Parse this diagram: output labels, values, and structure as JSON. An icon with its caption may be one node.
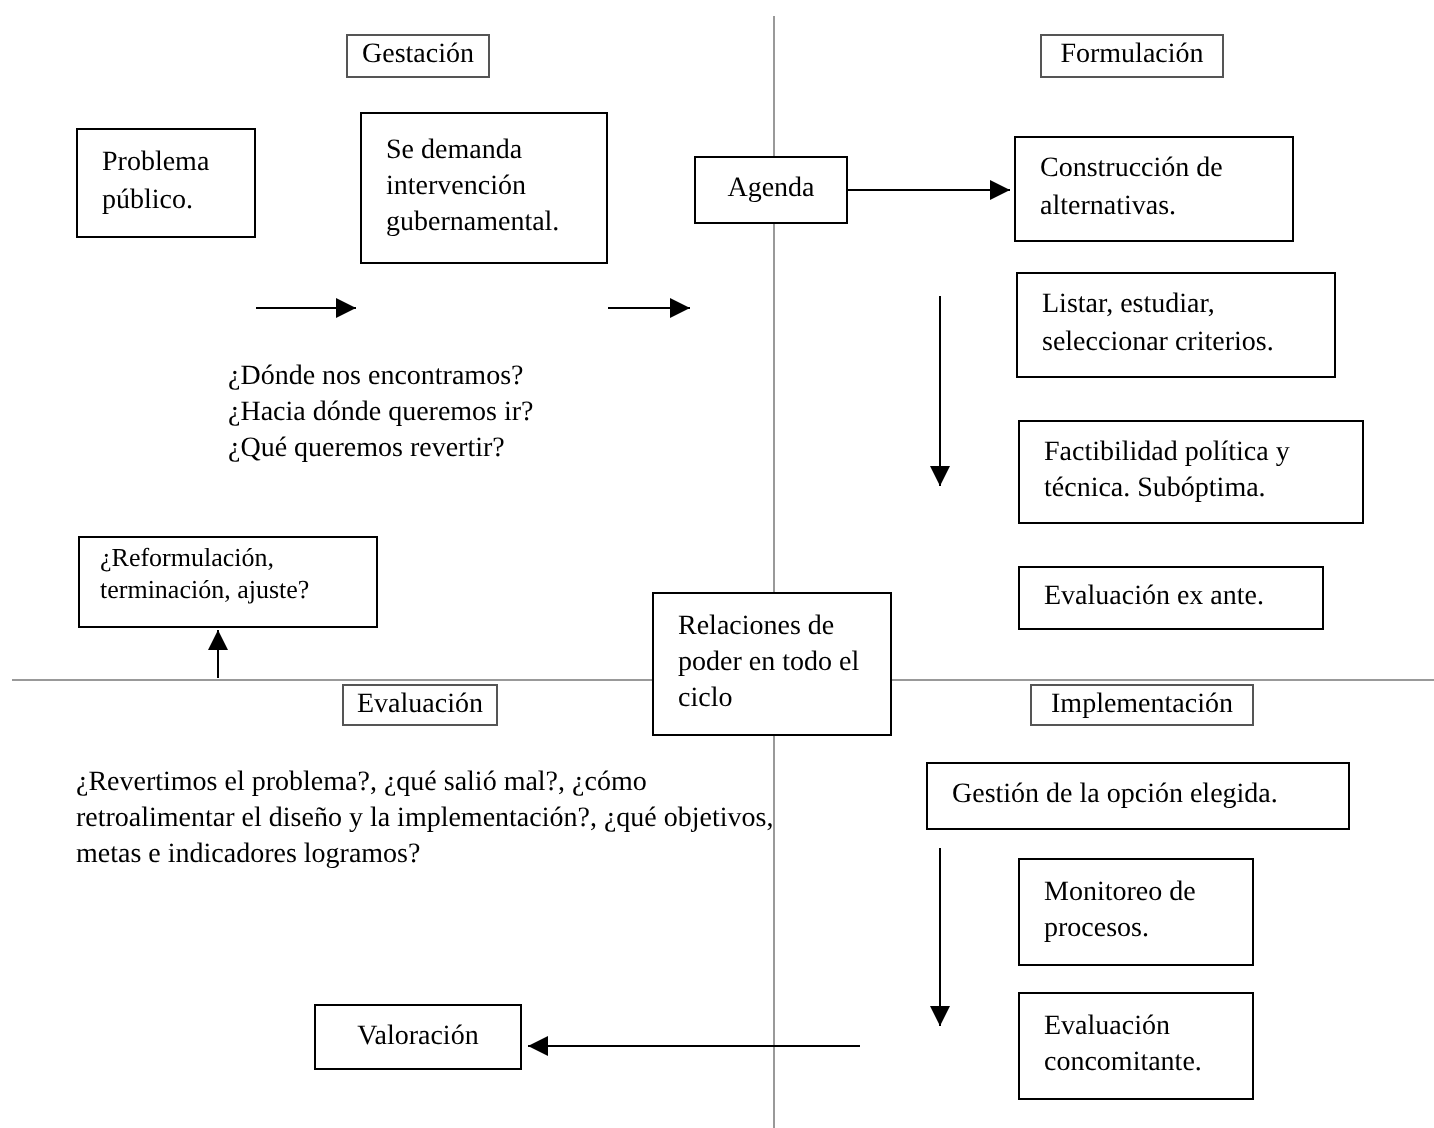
{
  "diagram": {
    "nodes": [
      {
        "text": [
          "Gestación"
        ]
      },
      {
        "text": [
          "Formulación"
        ]
      },
      {
        "text": [
          "Problema público."
        ]
      },
      {
        "text": [
          "Se demanda intervención gubernamental."
        ]
      },
      {
        "text": [
          "Agenda"
        ]
      },
      {
        "text": [
          "Construcción de alternativas."
        ]
      },
      {
        "text": [
          "Listar, estudiar, seleccionar criterios."
        ]
      },
      {
        "text": [
          "Factibilidad política y técnica. Subóptima."
        ]
      },
      {
        "text": [
          "Evaluación ex ante."
        ]
      },
      {
        "text": [
          "¿Reformulación, terminación, ajuste?"
        ]
      },
      {
        "text": [
          "Relaciones de poder en todo el ciclo"
        ]
      },
      {
        "text": [
          "Evaluación"
        ]
      },
      {
        "text": [
          "Implementación"
        ]
      },
      {
        "text": [
          "Gestión de la opción elegida."
        ]
      },
      {
        "text": [
          "Monitoreo de procesos."
        ]
      },
      {
        "text": [
          "Evaluación concomitante."
        ]
      },
      {
        "text": [
          "Valoración"
        ]
      }
    ],
    "edges": [
      {
        "from": 2,
        "to": 3,
        "arrow": "to"
      },
      {
        "from": 3,
        "to": 4,
        "arrow": "to"
      },
      {
        "from": 4,
        "to": 5,
        "arrow": "to"
      },
      {
        "from": null,
        "to": 9,
        "arrow": "to"
      },
      {
        "from": null,
        "to": 16,
        "arrow": "to"
      }
    ],
    "labels": [
      "¿Dónde nos encontramos?",
      "¿Hacia dónde queremos ir?",
      "¿Qué queremos revertir?",
      "¿Revertimos el problema?, ¿qué salió mal?, ¿cómo retroalimentar el diseño y la implementación?, ¿qué objetivos, metas e indicadores logramos?"
    ]
  }
}
